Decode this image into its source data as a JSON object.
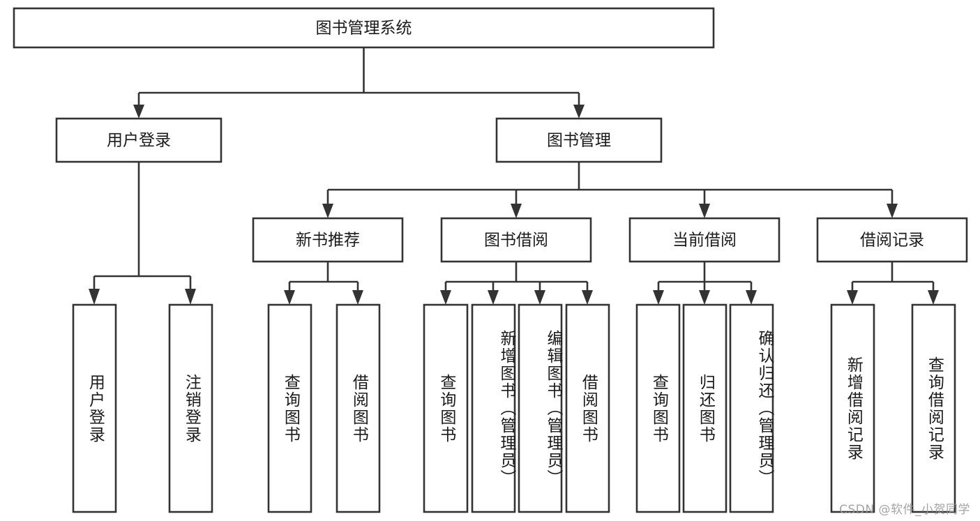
{
  "diagram": {
    "title": "图书管理系统",
    "type": "tree",
    "orientation": "top-down",
    "colors": {
      "box_fill": "#ffffff",
      "box_stroke": "#333333",
      "text": "#1a1a1a",
      "background": "#ffffff",
      "watermark": "#9a9a9a"
    },
    "root": {
      "label": "图书管理系统"
    },
    "level2": [
      {
        "label": "用户登录"
      },
      {
        "label": "图书管理"
      }
    ],
    "level3": [
      {
        "label": "新书推荐"
      },
      {
        "label": "图书借阅"
      },
      {
        "label": "当前借阅"
      },
      {
        "label": "借阅记录"
      }
    ],
    "leaves": {
      "user_login": [
        {
          "label": "用户登录"
        },
        {
          "label": "注销登录"
        }
      ],
      "new_book_recommend": [
        {
          "label": "查询图书"
        },
        {
          "label": "借阅图书"
        }
      ],
      "book_borrow": [
        {
          "label": "查询图书"
        },
        {
          "label": "新增图书（管理员）"
        },
        {
          "label": "编辑图书（管理员）"
        },
        {
          "label": "借阅图书"
        }
      ],
      "current_borrow": [
        {
          "label": "查询图书"
        },
        {
          "label": "归还图书"
        },
        {
          "label": "确认归还（管理员）"
        }
      ],
      "borrow_record": [
        {
          "label": "新增借阅记录"
        },
        {
          "label": "查询借阅记录"
        }
      ]
    }
  },
  "watermark": {
    "text": "CSDN @软件_小贺同学"
  }
}
